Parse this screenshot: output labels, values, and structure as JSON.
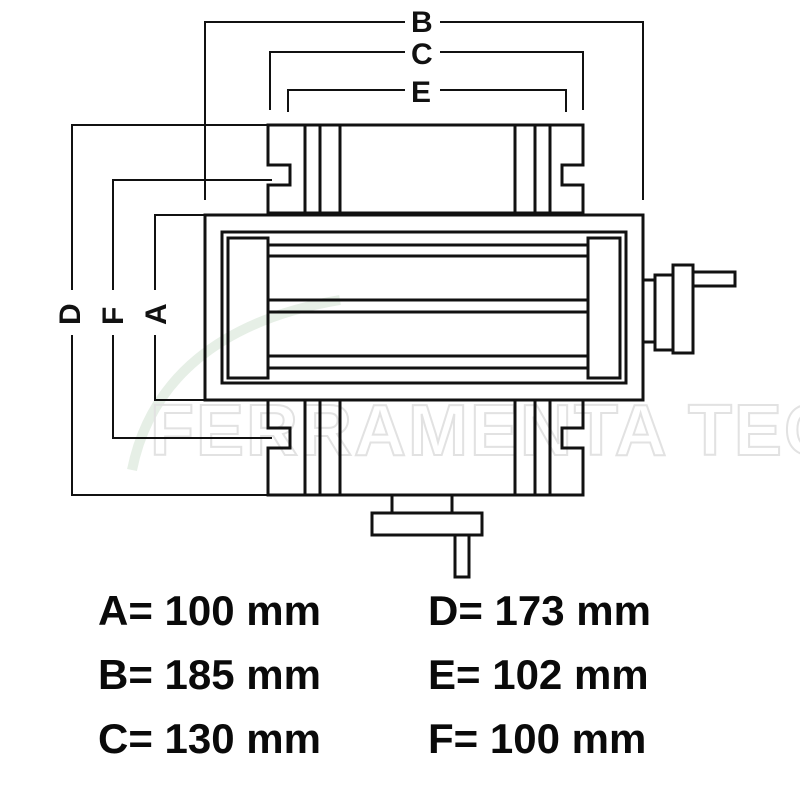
{
  "diagram": {
    "labels": {
      "A": "A",
      "B": "B",
      "C": "C",
      "D": "D",
      "E": "E",
      "F": "F"
    },
    "watermark": "FERRAMENTA TECNICA"
  },
  "specs": [
    {
      "text": "A= 100 mm"
    },
    {
      "text": "D= 173 mm"
    },
    {
      "text": "B= 185 mm"
    },
    {
      "text": "E= 102 mm"
    },
    {
      "text": "C= 130 mm"
    },
    {
      "text": "F= 100 mm"
    }
  ]
}
